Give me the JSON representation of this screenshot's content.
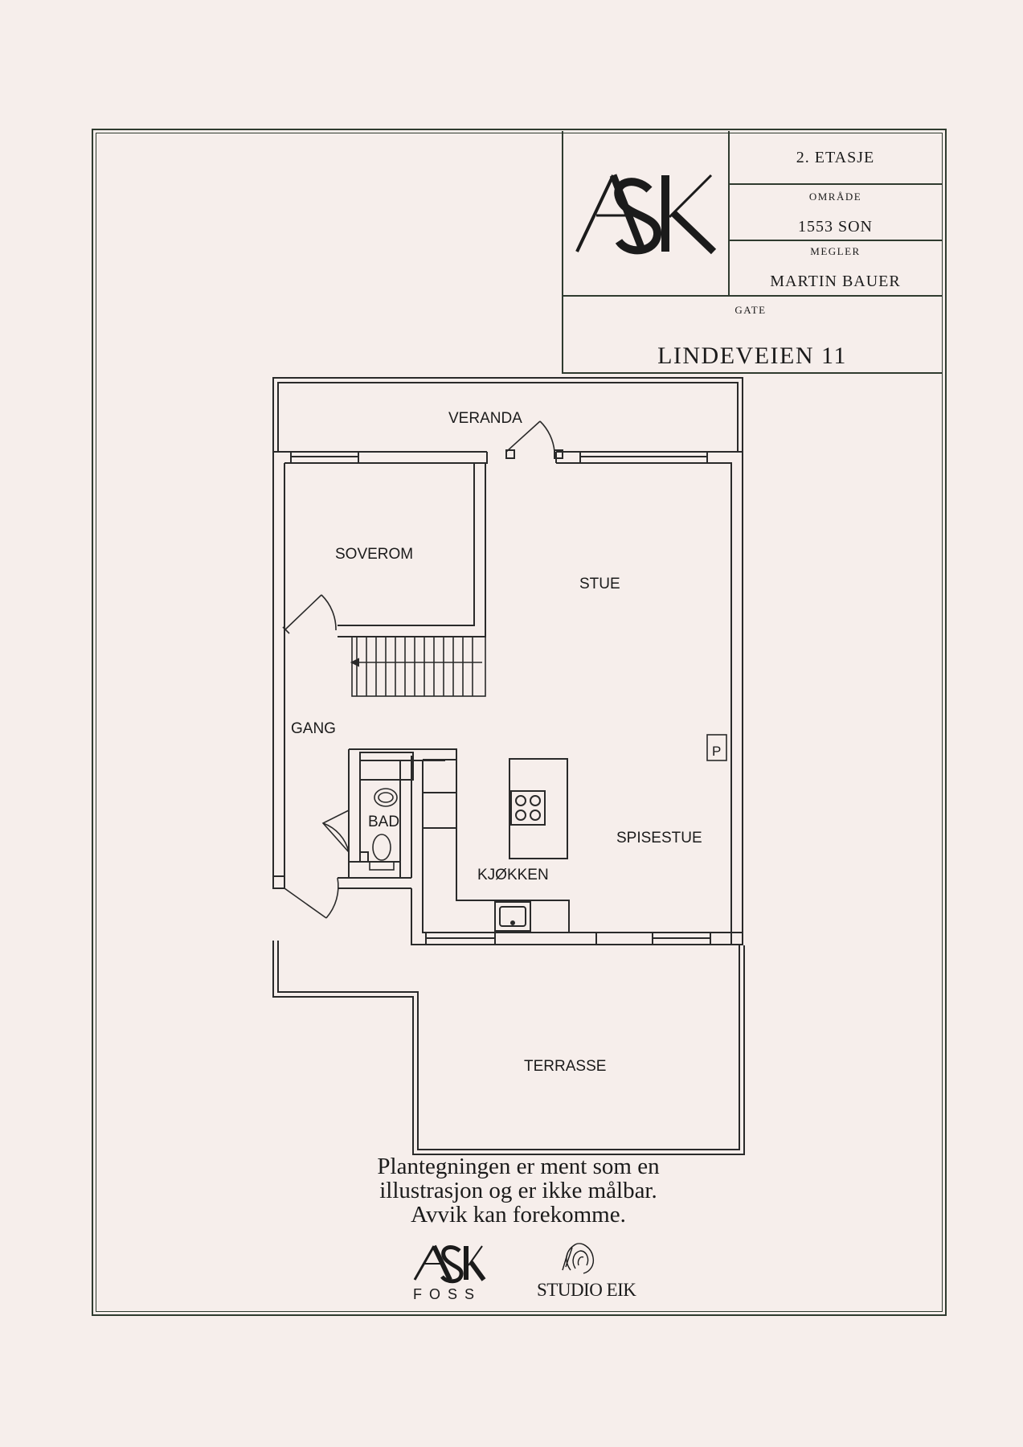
{
  "titleblock": {
    "floor": "2. ETASJE",
    "area_label": "OMRÅDE",
    "area_value": "1553 SON",
    "broker_label": "MEGLER",
    "broker_value": "MARTIN BAUER",
    "street_label": "GATE",
    "street_value": "LINDEVEIEN 11",
    "logo_text": "ASK"
  },
  "rooms": {
    "veranda": "VERANDA",
    "soverom": "SOVEROM",
    "stue": "STUE",
    "gang": "GANG",
    "bad": "BAD",
    "kjokken": "KJØKKEN",
    "spisestue": "SPISESTUE",
    "terrasse": "TERRASSE",
    "parking_symbol": "P"
  },
  "disclaimer": {
    "line1": "Plantegningen er ment som en",
    "line2": "illustrasjon og er ikke målbar.",
    "line3": "Avvik kan forekomme."
  },
  "footer_logos": {
    "ask_foss_top": "ASK",
    "ask_foss_bottom": "FOSS",
    "studio_eik": "STUDIO EIK"
  },
  "colors": {
    "background": "#f6eeeb",
    "line": "#2f3b2f",
    "ink": "#1b1b1b"
  }
}
